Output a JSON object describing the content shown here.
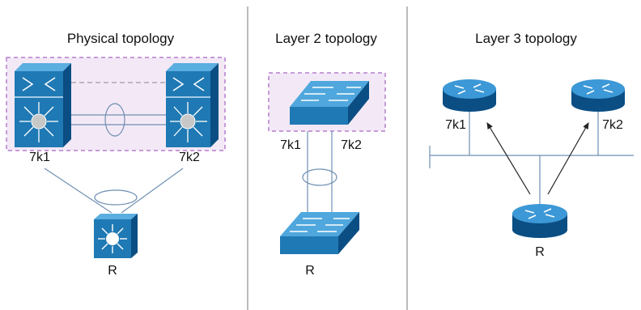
{
  "physical": {
    "title": "Physical topology",
    "left_switch_label": "7k1",
    "right_switch_label": "7k2",
    "router_label": "R"
  },
  "layer2": {
    "title": "Layer 2 topology",
    "left_label": "7k1",
    "right_label": "7k2",
    "bottom_label": "R"
  },
  "layer3": {
    "title": "Layer 3 topology",
    "left_router_label": "7k1",
    "right_router_label": "7k2",
    "bottom_router_label": "R"
  },
  "colors": {
    "device_blue": "#1f79b4",
    "device_dark": "#0b4e84",
    "device_top": "#5aaee0",
    "vpc_fill": "#f3e9f6",
    "vpc_border": "#b57fcf",
    "link": "#6f8fb2"
  }
}
